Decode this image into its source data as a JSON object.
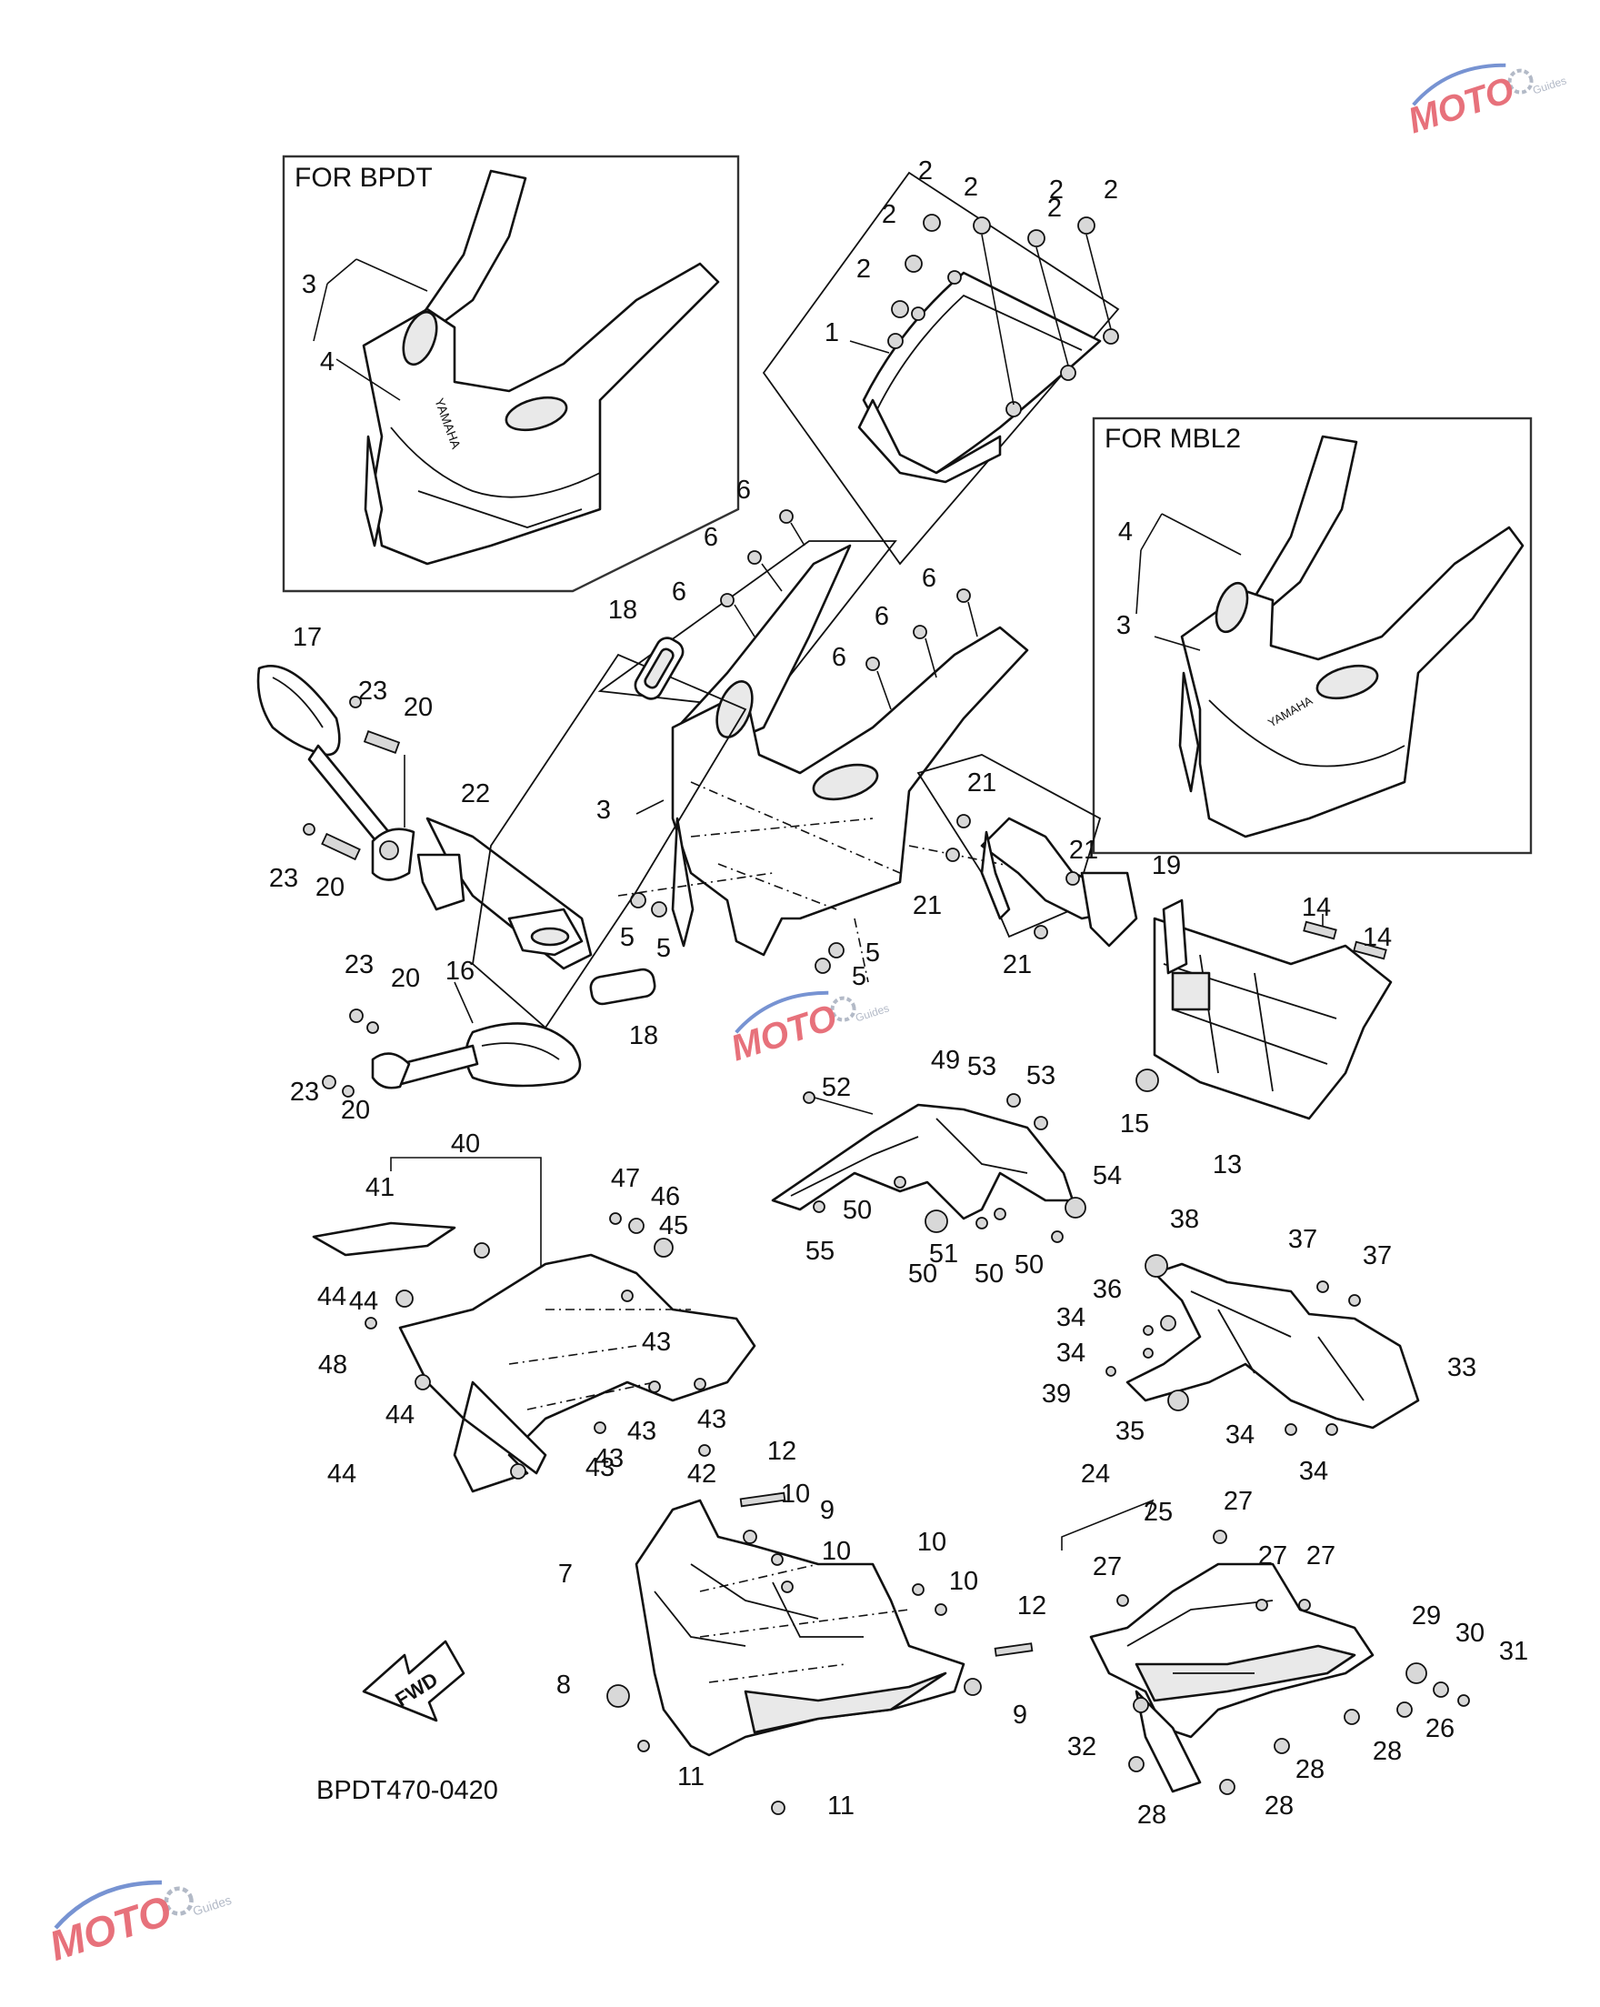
{
  "diagram_code": "BPDT470-0420",
  "fwd_label": "FWD",
  "inset_boxes": [
    {
      "id": "bpdt",
      "title": "FOR BPDT",
      "brand_text": "YAMAHA"
    },
    {
      "id": "mbl2",
      "title": "FOR MBL2",
      "brand_text": "YAMAHA"
    }
  ],
  "callouts": [
    "1",
    "2",
    "2",
    "2",
    "2",
    "2",
    "2",
    "2",
    "3",
    "4",
    "3",
    "4",
    "3",
    "5",
    "5",
    "5",
    "5",
    "6",
    "6",
    "6",
    "6",
    "6",
    "6",
    "7",
    "8",
    "9",
    "9",
    "10",
    "10",
    "10",
    "10",
    "11",
    "11",
    "12",
    "12",
    "13",
    "14",
    "14",
    "15",
    "16",
    "17",
    "18",
    "18",
    "19",
    "20",
    "20",
    "20",
    "20",
    "21",
    "21",
    "21",
    "21",
    "22",
    "23",
    "23",
    "23",
    "23",
    "24",
    "25",
    "26",
    "27",
    "27",
    "27",
    "27",
    "28",
    "28",
    "28",
    "28",
    "29",
    "30",
    "31",
    "32",
    "33",
    "34",
    "34",
    "34",
    "34",
    "35",
    "36",
    "37",
    "37",
    "38",
    "39",
    "40",
    "41",
    "42",
    "43",
    "43",
    "43",
    "43",
    "43",
    "44",
    "44",
    "44",
    "44",
    "45",
    "46",
    "47",
    "48",
    "49",
    "50",
    "50",
    "50",
    "50",
    "51",
    "52",
    "53",
    "53",
    "54",
    "55"
  ],
  "watermarks": [
    {
      "letters": "MOTO",
      "sub": "Guides"
    },
    {
      "letters": "MOTO",
      "sub": "Guides"
    },
    {
      "letters": "MOTO",
      "sub": "Guides"
    }
  ],
  "colors": {
    "line": "#111111",
    "watermark_red": "#e0424f",
    "watermark_blue": "#4a6fc4",
    "watermark_gray": "#9aa3b5"
  }
}
